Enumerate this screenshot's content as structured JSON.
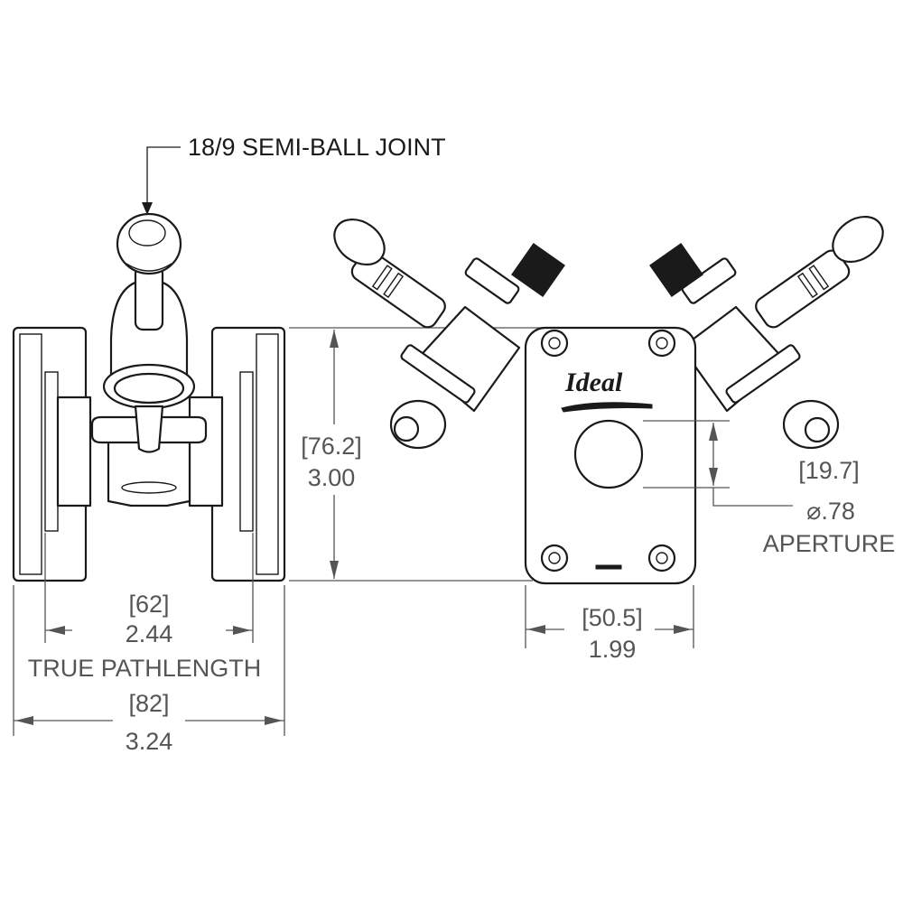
{
  "callout": {
    "semi_ball_joint": "18/9 SEMI-BALL JOINT"
  },
  "side_view": {
    "true_pathlength_mm": "[62]",
    "true_pathlength_in": "2.44",
    "true_pathlength_label": "TRUE PATHLENGTH",
    "overall_width_mm": "[82]",
    "overall_width_in": "3.24",
    "height_mm": "[76.2]",
    "height_in": "3.00"
  },
  "front_view": {
    "logo_text": "Ideal",
    "plate_width_mm": "[50.5]",
    "plate_width_in": "1.99",
    "aperture_offset_mm": "[19.7]",
    "aperture_diameter": "⌀.78",
    "aperture_label": "APERTURE"
  }
}
